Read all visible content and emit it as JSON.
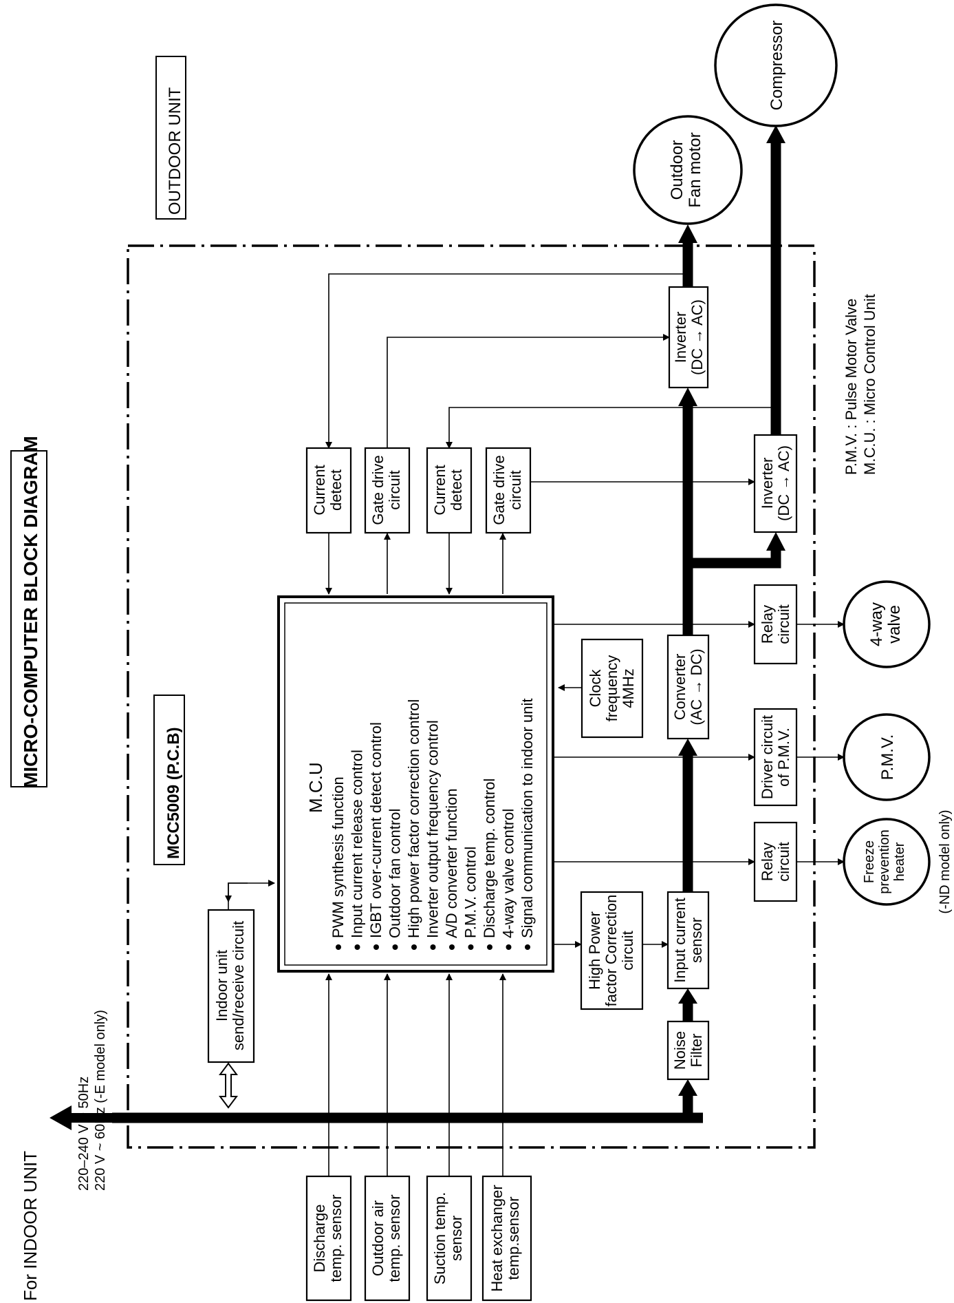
{
  "title": "MICRO-COMPUTER BLOCK DIAGRAM",
  "outdoor_unit_label": "OUTDOOR UNIT",
  "pcb_label": "MCC5009 (P.C.B)",
  "indoor": {
    "label": "For INDOOR UNIT",
    "voltage_line1": "220–240 V   ~ 50Hz",
    "voltage_line2": "220 V   ~ 60Hz (-E model only)"
  },
  "mcu": {
    "title": "M.C.U",
    "functions": [
      "PWM synthesis function",
      "Input current release control",
      "IGBT over-current detect control",
      "Outdoor fan control",
      "High power factor correction control",
      "Inverter output frequency control",
      "A/D converter function",
      "P.M.V. control",
      "Discharge temp. control",
      "4-way valve control",
      "Signal communication to indoor unit"
    ]
  },
  "blocks": {
    "current_detect_1": [
      "Current",
      "detect"
    ],
    "gate_drive_1": [
      "Gate drive",
      "circuit"
    ],
    "current_detect_2": [
      "Current",
      "detect"
    ],
    "gate_drive_2": [
      "Gate drive",
      "circuit"
    ],
    "indoor_send_receive": [
      "Indoor unit",
      "send/receive circuit"
    ],
    "clock": [
      "Clock",
      "frequency",
      "4MHz"
    ],
    "hpfc": [
      "High Power",
      "factor Correction",
      "circuit"
    ],
    "noise_filter": [
      "Noise",
      "Filter"
    ],
    "input_current_sensor": [
      "Input current",
      "sensor"
    ],
    "converter": [
      "Converter",
      "(AC → DC)"
    ],
    "inverter_fan": [
      "Inverter",
      "(DC → AC)"
    ],
    "inverter_comp": [
      "Inverter",
      "(DC → AC)"
    ],
    "relay_4way": [
      "Relay",
      "circuit"
    ],
    "driver_pmv": [
      "Driver circuit",
      "of P.M.V."
    ],
    "relay_heater": [
      "Relay",
      "circuit"
    ]
  },
  "loads": {
    "outdoor_fan_motor": [
      "Outdoor",
      "Fan motor"
    ],
    "compressor": [
      "Compressor"
    ],
    "four_way_valve": [
      "4-way",
      "valve"
    ],
    "pmv": [
      "P.M.V."
    ],
    "freeze_heater": [
      "Freeze",
      "prevention",
      "heater"
    ]
  },
  "heater_note": "(-ND model only)",
  "sensors": {
    "discharge": [
      "Discharge",
      "temp. sensor"
    ],
    "outdoor_air": [
      "Outdoor air",
      "temp. sensor"
    ],
    "suction": [
      "Suction temp.",
      "sensor"
    ],
    "heat_exchanger": [
      "Heat exchanger",
      "temp.sensor"
    ]
  },
  "legend": {
    "pmv": "P.M.V.  : Pulse Motor Valve",
    "mcu": "M.C.U. : Micro Control Unit"
  }
}
